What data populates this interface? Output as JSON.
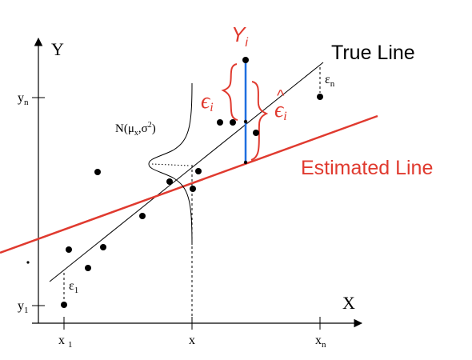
{
  "axes": {
    "x_label": "X",
    "y_label": "Y",
    "x_ticks": {
      "first": "x",
      "first_sub": "1",
      "mid": "x",
      "last": "x",
      "last_sub": "n"
    },
    "y_ticks": {
      "first": "y",
      "first_sub": "1",
      "last": "y",
      "last_sub": "n"
    }
  },
  "labels": {
    "true_line": "True Line",
    "estimated_line": "Estimated Line",
    "distribution": "N(μ",
    "distribution_sub": "x",
    "distribution_rest": ",σ",
    "distribution_sup": "2",
    "distribution_close": ")",
    "eps_1": "ε",
    "eps_1_sub": "1",
    "eps_n": "ε",
    "eps_n_sub": "n",
    "eps_i": "ϵ",
    "eps_i_sub": "i",
    "eps_i_hat": "ϵ",
    "eps_i_hat_sub": "i",
    "hat": "^",
    "y_i": "Y",
    "y_i_sub": "i"
  },
  "colors": {
    "axis": "#000000",
    "true_line": "#000000",
    "estimated_line": "#e03a2f",
    "annotation": "#e03a2f",
    "residual_segment": "#1f6fe0",
    "points": "#000000"
  }
}
